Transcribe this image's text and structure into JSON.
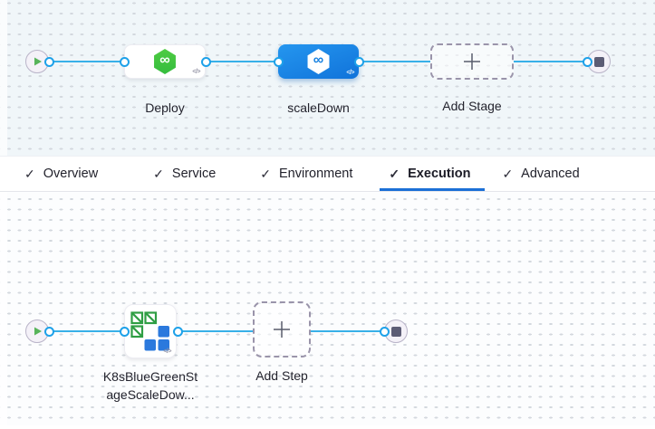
{
  "stage_canvas": {
    "stages": [
      {
        "label": "Deploy",
        "icon": "harness-cd-hexagon-icon",
        "state": "default"
      },
      {
        "label": "scaleDown",
        "icon": "harness-cd-hexagon-icon",
        "state": "selected"
      },
      {
        "label": "Add Stage",
        "icon": "plus-icon",
        "state": "placeholder"
      }
    ],
    "start_node": "play",
    "end_node": "stop"
  },
  "tab_bar": {
    "tabs": [
      {
        "label": "Overview",
        "checked": true,
        "active": false
      },
      {
        "label": "Service",
        "checked": true,
        "active": false
      },
      {
        "label": "Environment",
        "checked": true,
        "active": false
      },
      {
        "label": "Execution",
        "checked": true,
        "active": true
      },
      {
        "label": "Advanced",
        "checked": true,
        "active": false
      }
    ]
  },
  "execution_canvas": {
    "step": {
      "label_line1": "K8sBlueGreenSt",
      "label_line2": "ageScaleDow...",
      "icon": "k8s-blue-green-scale-down-icon"
    },
    "add_step_label": "Add Step",
    "start_node": "play",
    "end_node": "stop"
  },
  "colors": {
    "edge_blue": "#38b0e8",
    "port_ring_blue": "#1da1e9",
    "selected_stage_blue": "#1b87e4",
    "harness_green": "#43c33c",
    "k8s_step_green": "#2f9e44",
    "k8s_step_blue": "#2b79dd",
    "active_tab_underline": "#1b6fd6",
    "canvas_top_bg": "#f0f6f9",
    "canvas_bottom_bg": "#fcfdfe"
  }
}
